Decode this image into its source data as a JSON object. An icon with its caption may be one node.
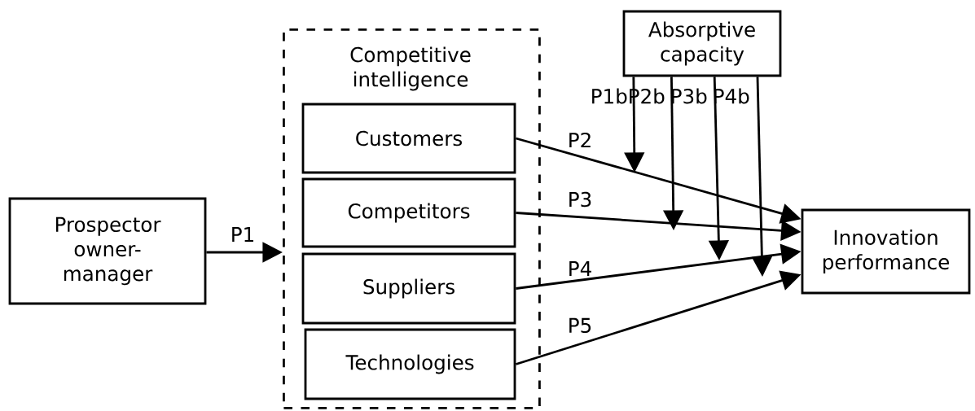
{
  "diagram": {
    "nodes": [
      {
        "text": [
          "Prospector owner-manager"
        ]
      },
      {
        "text": [
          "Competitive intelligence"
        ]
      },
      {
        "text": [
          "Customers"
        ],
        "in": 1
      },
      {
        "text": [
          "Competitors"
        ],
        "in": 1
      },
      {
        "text": [
          "Suppliers"
        ],
        "in": 1
      },
      {
        "text": [
          "Technologies"
        ],
        "in": 1
      },
      {
        "text": [
          "Absorptive capacity"
        ]
      },
      {
        "text": [
          "Innovation performance"
        ]
      }
    ],
    "edges": [
      {
        "from": 0,
        "to": 1,
        "arrow": "to",
        "label": "P1"
      },
      {
        "from": 2,
        "to": 7,
        "arrow": "to",
        "label": "P2"
      },
      {
        "from": 3,
        "to": 7,
        "arrow": "to",
        "label": "P3"
      },
      {
        "from": 4,
        "to": 7,
        "arrow": "to",
        "label": "P4"
      },
      {
        "from": 5,
        "to": 7,
        "arrow": "to",
        "label": "P5"
      },
      {
        "from": 6,
        "to": null,
        "arrow": "to",
        "label": "P1b"
      },
      {
        "from": 6,
        "to": null,
        "arrow": "to",
        "label": "P2b"
      },
      {
        "from": 6,
        "to": null,
        "arrow": "to",
        "label": "P3b"
      },
      {
        "from": 6,
        "to": null,
        "arrow": "to",
        "label": "P4b"
      }
    ]
  }
}
